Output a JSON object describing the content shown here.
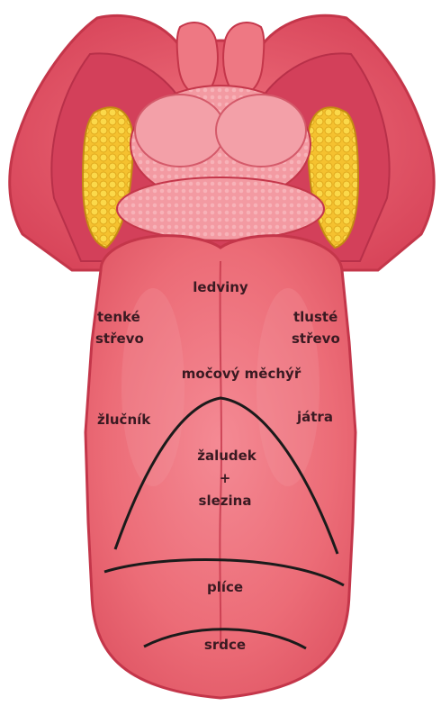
{
  "labels": {
    "ledviny": "ledviny",
    "tenke_1": "tenké",
    "tenke_2": "střevo",
    "tluste_1": "tlusté",
    "tluste_2": "střevo",
    "mocovy_mechyr": "močový měchýř",
    "zlucnik": "žlučník",
    "jatra": "játra",
    "zaludek": "žaludek",
    "plus": "+",
    "slezina": "slezina",
    "plice": "plíce",
    "srdce": "srdce"
  },
  "colors": {
    "tongue_body": "#ec6c77",
    "tongue_light": "#f28d96",
    "tongue_outline": "#c4364a",
    "throat_dark": "#d43d52",
    "tonsil_yellow": "#f7c733",
    "tonsil_dark": "#e0a81d",
    "zone_line": "#1b1b1b",
    "label_text": "#3a1a22"
  }
}
